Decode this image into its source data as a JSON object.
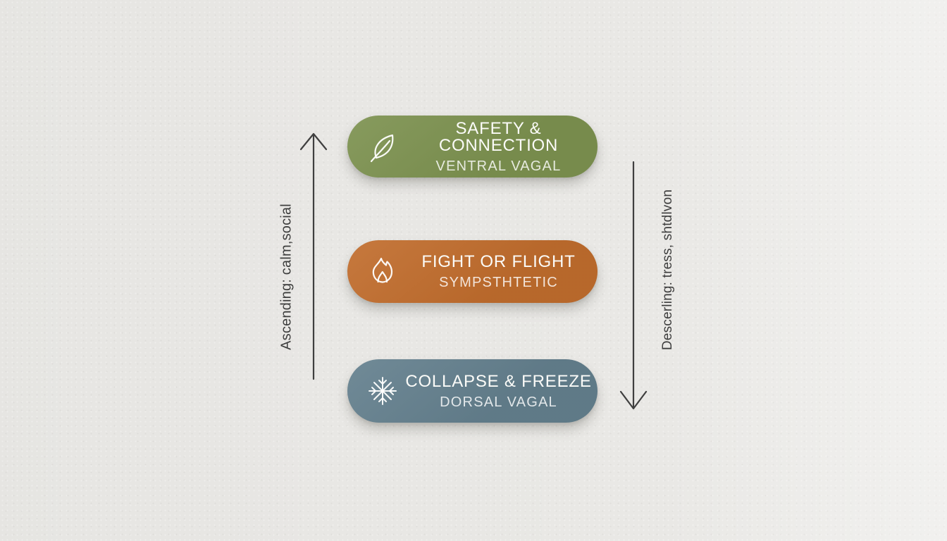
{
  "diagram": {
    "type": "vertical-ladder-infographic",
    "background_color": "#e9e8e5",
    "levels": [
      {
        "id": "ventral",
        "title": "SAFETY & CONNECTION",
        "subtitle": "VENTRAL VAGAL",
        "icon": "leaf-icon",
        "color": "#7d9250"
      },
      {
        "id": "sympathetic",
        "title": "FIGHT OR FLIGHT",
        "subtitle": "SYMPSTHTETIC",
        "icon": "flame-icon",
        "color": "#c16d2d"
      },
      {
        "id": "dorsal",
        "title": "COLLAPSE & FREEZE",
        "subtitle": "DORSAL VAGAL",
        "icon": "snowflake-icon",
        "color": "#64808e"
      }
    ],
    "arrows": {
      "ascending": {
        "label": "Ascending: calm,social",
        "direction": "up",
        "side": "left"
      },
      "descending": {
        "label": "Descerling: tress, shtdlvon",
        "direction": "down",
        "side": "right"
      }
    },
    "colors": {
      "arrow_stroke": "#3f3f3f",
      "label_text": "#3d3d3d",
      "title_text": "#fbfbf8"
    }
  }
}
